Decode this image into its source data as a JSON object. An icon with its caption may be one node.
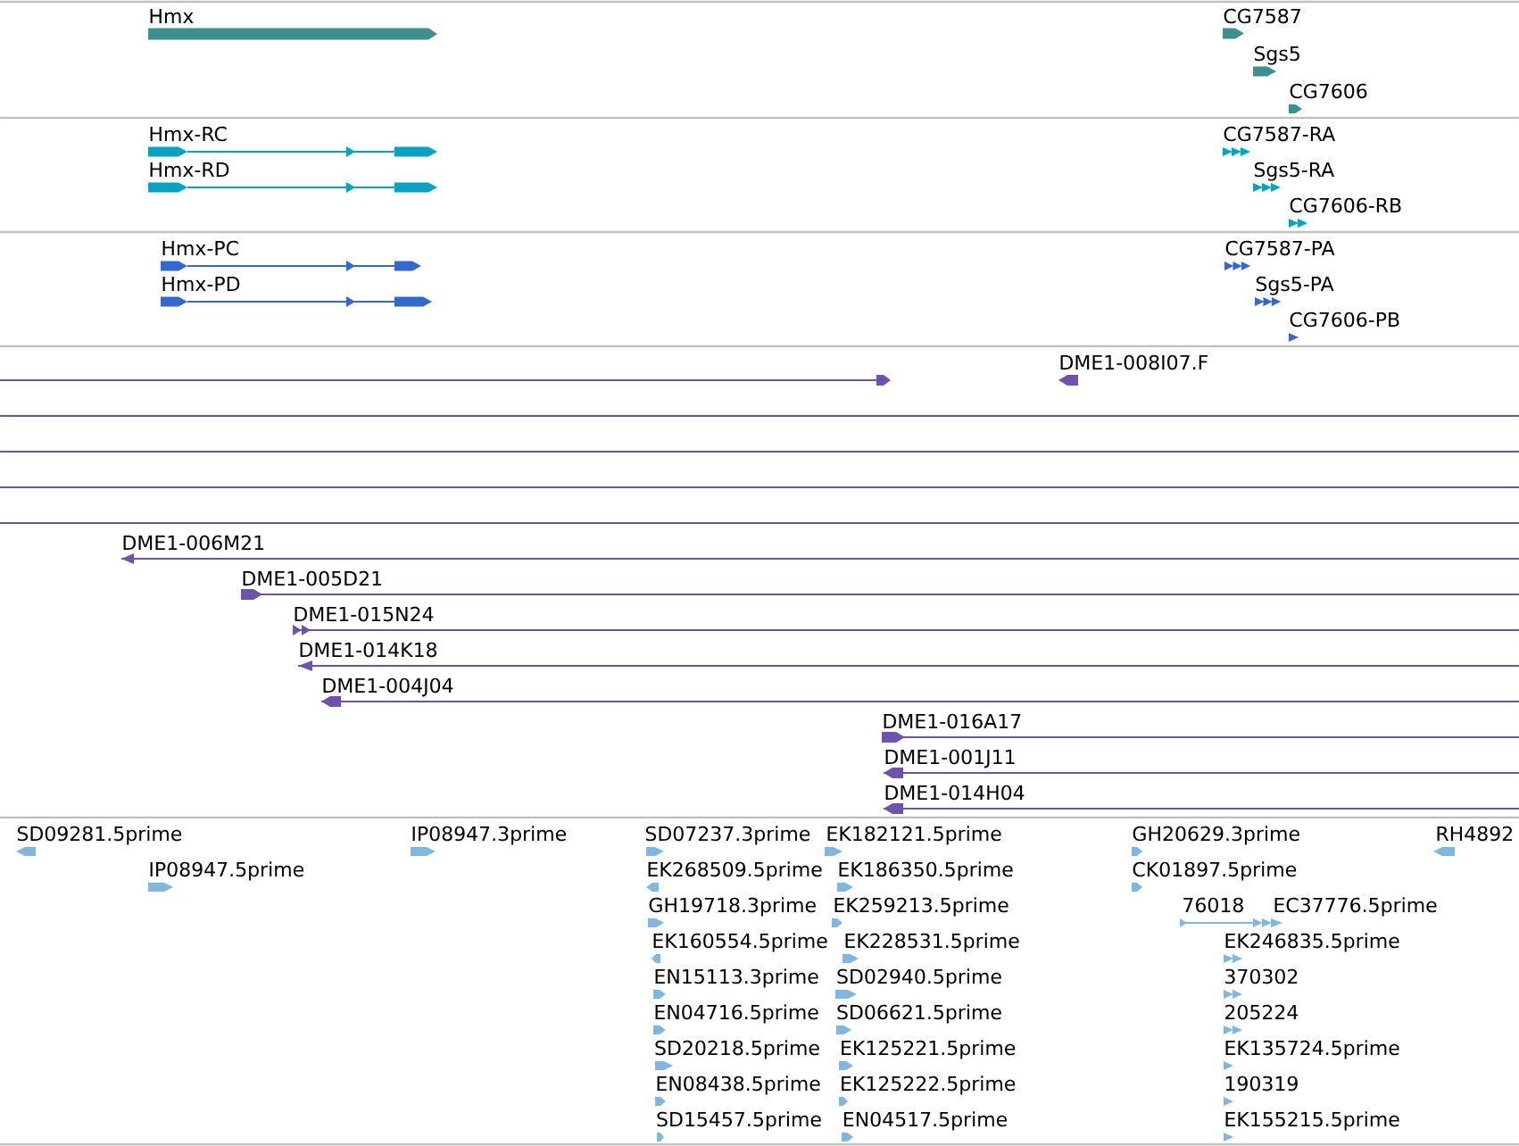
{
  "diagram": {
    "labels": [
      "Hmx",
      "CG7587",
      "Sgs5",
      "CG7606",
      "Hmx-RC",
      "CG7587-RA",
      "Hmx-RD",
      "Sgs5-RA",
      "CG7606-RB",
      "Hmx-PC",
      "CG7587-PA",
      "Hmx-PD",
      "Sgs5-PA",
      "CG7606-PB",
      "DME1-008I07.F",
      "DME1-006M21",
      "DME1-005D21",
      "DME1-015N24",
      "DME1-014K18",
      "DME1-004J04",
      "DME1-016A17",
      "DME1-001J11",
      "DME1-014H04",
      "SD09281.5prime",
      "IP08947.3prime",
      "SD07237.3prime",
      "EK182121.5prime",
      "GH20629.3prime",
      "RH4892",
      "IP08947.5prime",
      "EK268509.5prime",
      "EK186350.5prime",
      "CK01897.5prime",
      "GH19718.3prime",
      "EK259213.5prime",
      "76018",
      "EC37776.5prime",
      "EK160554.5prime",
      "EK228531.5prime",
      "EK246835.5prime",
      "EN15113.3prime",
      "SD02940.5prime",
      "370302",
      "EN04716.5prime",
      "SD06621.5prime",
      "205224",
      "SD20218.5prime",
      "EK125221.5prime",
      "EK135724.5prime",
      "EN08438.5prime",
      "EK125222.5prime",
      "190319",
      "SD15457.5prime",
      "EN04517.5prime",
      "EK155215.5prime"
    ]
  }
}
